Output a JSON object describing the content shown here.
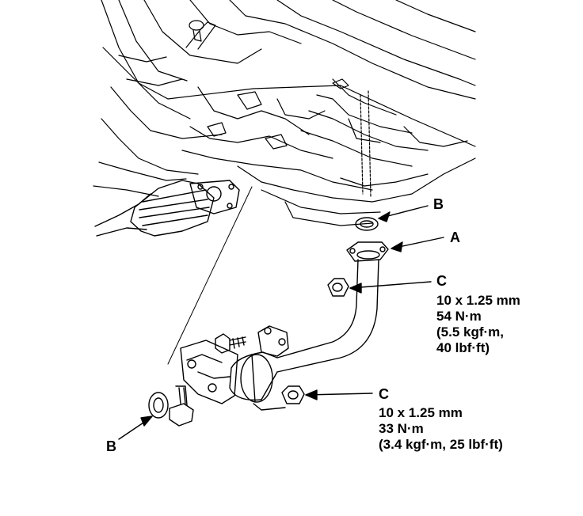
{
  "labels": {
    "gasket_upper": "B",
    "pipe": "A",
    "nut_upper": "C",
    "gasket_lower": "B",
    "nut_lower": "C"
  },
  "specs": {
    "upper": {
      "size": "10 x 1.25 mm",
      "torque": "54 N·m",
      "kgf": "(5.5 kgf·m,",
      "lbf": "40 lbf·ft)"
    },
    "lower": {
      "size": "10 x 1.25 mm",
      "torque": "33 N·m",
      "kgf_lbf": "(3.4 kgf·m, 25 lbf·ft)"
    }
  },
  "colors": {
    "line": "#000000",
    "background": "#ffffff"
  }
}
